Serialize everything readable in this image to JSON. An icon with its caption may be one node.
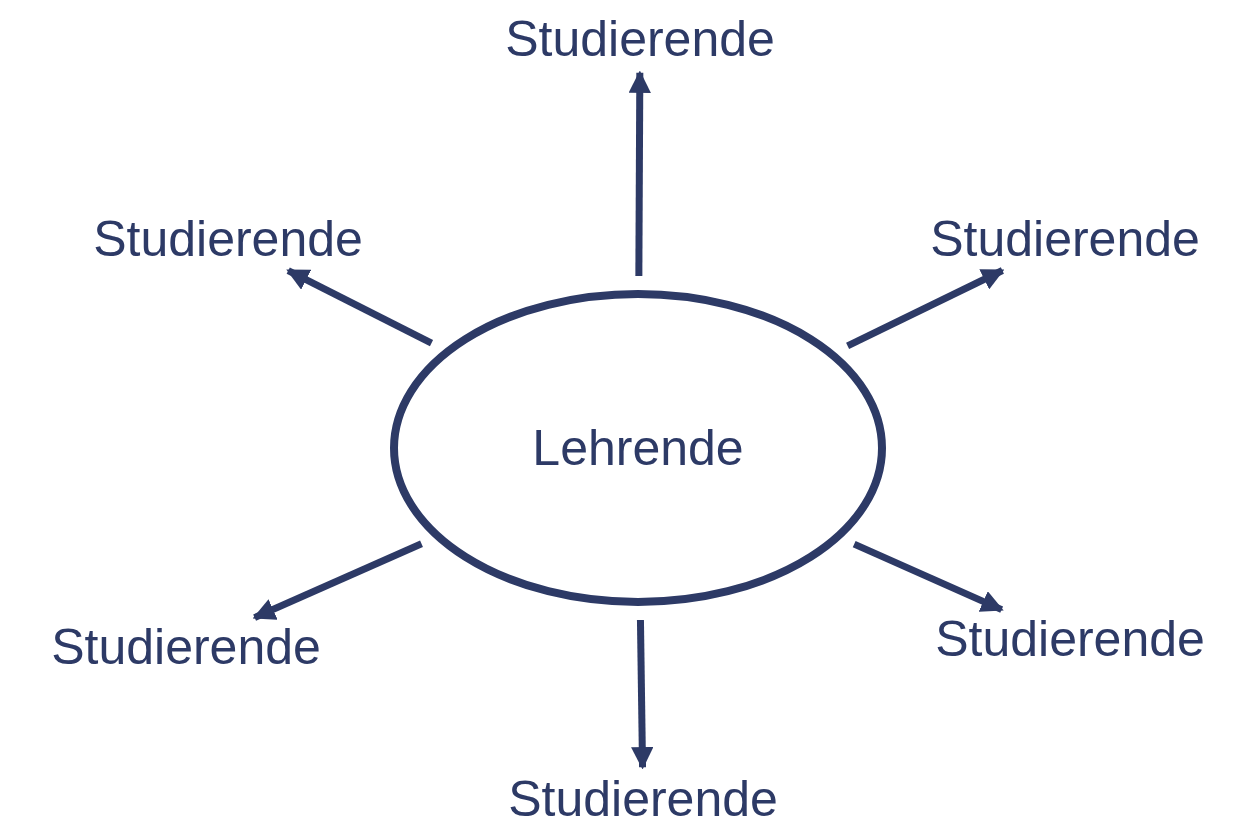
{
  "diagram": {
    "nodes": [
      {
        "text": [
          "Studierende"
        ]
      },
      {
        "text": [
          "Studierende"
        ]
      },
      {
        "text": [
          "Studierende"
        ]
      },
      {
        "text": [
          "Lehrende"
        ]
      },
      {
        "text": [
          "Studierende"
        ]
      },
      {
        "text": [
          "Studierende"
        ]
      },
      {
        "text": [
          "Studierende"
        ]
      }
    ],
    "edges": [
      {
        "from": 3,
        "to": 0,
        "arrow": "to"
      },
      {
        "from": 3,
        "to": 1,
        "arrow": "to"
      },
      {
        "from": 3,
        "to": 2,
        "arrow": "to"
      },
      {
        "from": 3,
        "to": 4,
        "arrow": "to"
      },
      {
        "from": 3,
        "to": 5,
        "arrow": "to"
      },
      {
        "from": 3,
        "to": 6,
        "arrow": "to"
      }
    ]
  }
}
